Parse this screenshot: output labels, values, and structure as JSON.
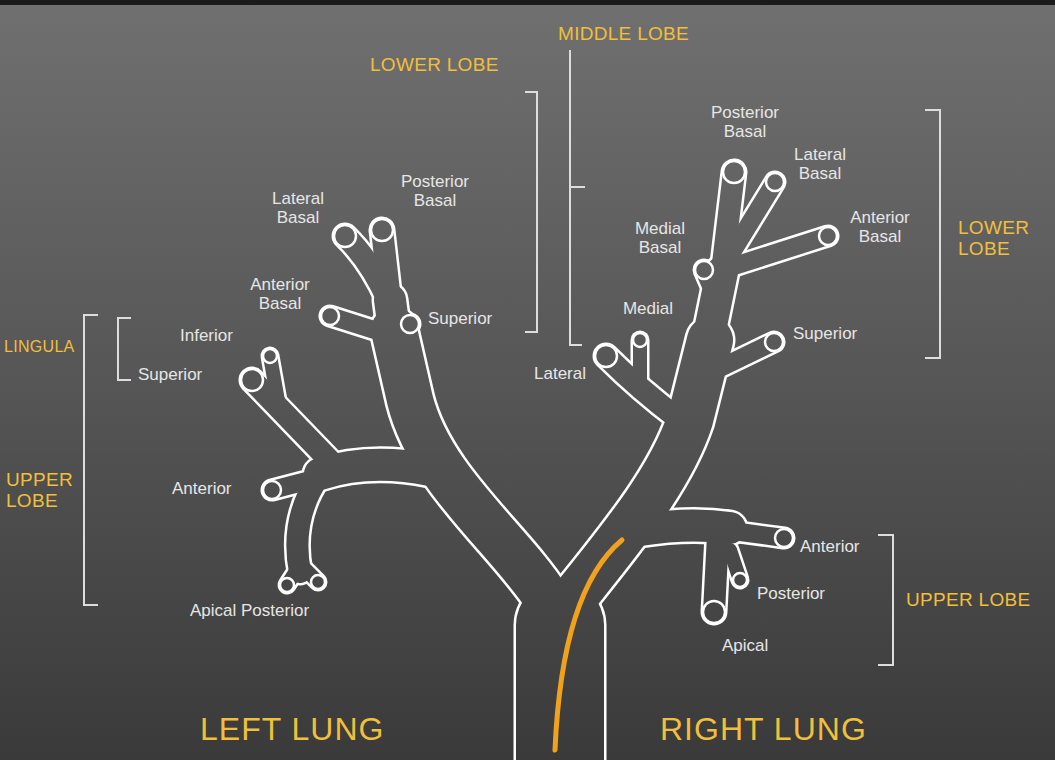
{
  "diagram": {
    "labels": [
      "MIDDLE LOBE",
      "LOWER LOBE",
      "Posterior Basal",
      "Lateral Basal",
      "Anterior Basal",
      "Medial Basal",
      "Medial",
      "Lateral",
      "Superior",
      "LOWER LOBE",
      "Anterior",
      "Posterior",
      "Apical",
      "UPPER LOBE",
      "Lateral Basal",
      "Posterior Basal",
      "Anterior Basal",
      "Superior",
      "Inferior",
      "Superior",
      "LINGULA",
      "Anterior",
      "Apical Posterior",
      "UPPER LOBE",
      "LEFT LUNG",
      "RIGHT LUNG"
    ]
  }
}
